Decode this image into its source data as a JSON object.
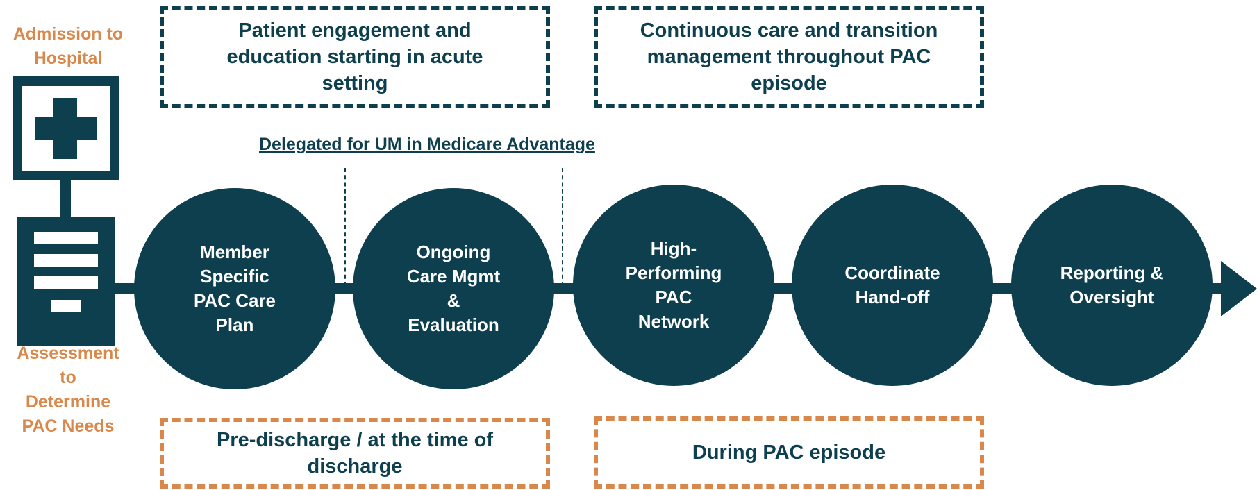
{
  "left_labels": {
    "top": "Admission to\nHospital",
    "bottom": "Assessment\nto\nDetermine\nPAC Needs"
  },
  "top_boxes": [
    {
      "text": "Patient engagement and\neducation starting in acute\nsetting"
    },
    {
      "text": "Continuous care and transition\nmanagement throughout PAC\nepisode"
    }
  ],
  "bottom_boxes": [
    {
      "text": "Pre-discharge / at the time of\ndischarge"
    },
    {
      "text": "During PAC episode"
    }
  ],
  "delegated_label": "Delegated for UM in Medicare Advantage",
  "steps": [
    {
      "label": "Member\nSpecific\nPAC Care\nPlan"
    },
    {
      "label": "Ongoing\nCare Mgmt\n&\nEvaluation"
    },
    {
      "label": "High-\nPerforming\nPAC\nNetwork"
    },
    {
      "label": "Coordinate\nHand-off"
    },
    {
      "label": "Reporting &\nOversight"
    }
  ],
  "colors": {
    "primary": "#0D3F4E",
    "accent": "#D8884A",
    "background": "#FFFFFF"
  },
  "icons": [
    "hospital-cross-icon",
    "assessment-form-icon",
    "arrow-right-icon"
  ]
}
